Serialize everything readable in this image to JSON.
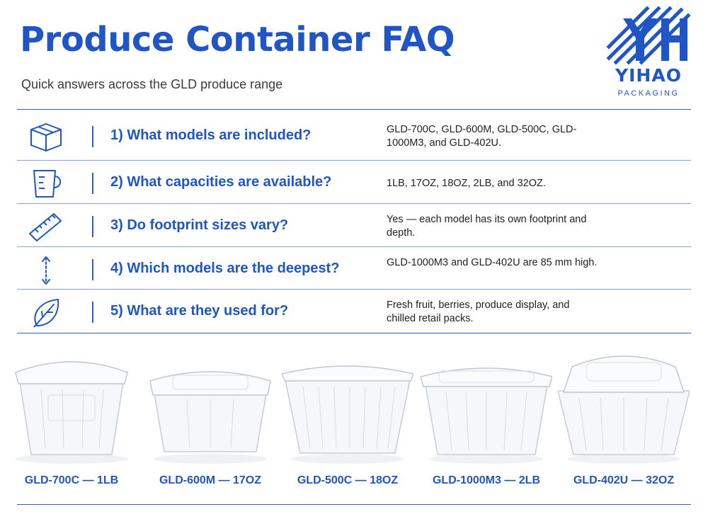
{
  "header": {
    "title": "Produce Container FAQ",
    "subtitle": "Quick answers across the GLD produce range"
  },
  "logo": {
    "word": "YIHAO",
    "sub": "PACKAGING",
    "color": "#1f55c4"
  },
  "faq": [
    {
      "icon": "box-icon",
      "question": "1) What models are included?",
      "answer": "GLD-700C, GLD-600M, GLD-500C, GLD-1000M3, and GLD-402U."
    },
    {
      "icon": "measuring-cup-icon",
      "question": "2) What capacities are available?",
      "answer": "1LB, 17OZ, 18OZ, 2LB, and 32OZ."
    },
    {
      "icon": "ruler-icon",
      "question": "3) Do footprint sizes vary?",
      "answer": "Yes — each model has its own footprint and depth."
    },
    {
      "icon": "vertical-arrows-icon",
      "question": "4) Which models are the deepest?",
      "answer": "GLD-1000M3 and GLD-402U are 85 mm high."
    },
    {
      "icon": "leaf-icon",
      "question": "5) What are they used for?",
      "answer": "Fresh fruit, berries, produce display, and chilled retail packs."
    }
  ],
  "products": [
    {
      "label": "GLD-700C — 1LB"
    },
    {
      "label": "GLD-600M — 17OZ"
    },
    {
      "label": "GLD-500C — 18OZ"
    },
    {
      "label": "GLD-1000M3 — 2LB"
    },
    {
      "label": "GLD-402U — 32OZ"
    }
  ],
  "colors": {
    "accent": "#1f55c4",
    "rule": "#2b5fc9"
  }
}
